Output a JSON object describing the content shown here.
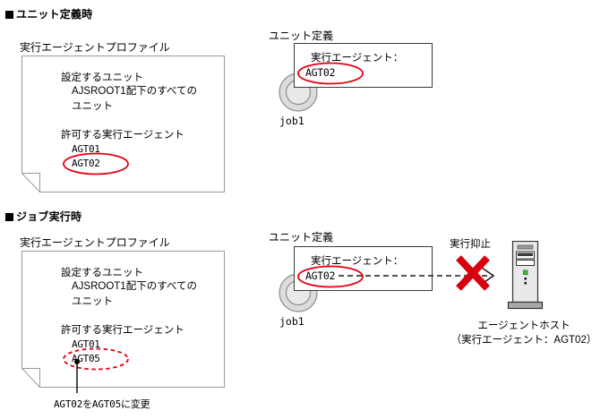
{
  "diagram": {
    "title_visible": false,
    "colors": {
      "highlight_red": "#e60012",
      "x_red": "#d9000d",
      "line_black": "#1a1a1a",
      "doc_border": "#9a9a9a",
      "node_fill": "#dcdcdc",
      "server_body": "#e6e6e6",
      "server_led": "#3fbf3f"
    },
    "sections": [
      {
        "id": "unit-definition-time",
        "heading": "ユニット定義時",
        "profile": {
          "caption": "実行エージェントプロファイル",
          "lines": [
            "設定するユニット",
            "AJSROOT1配下のすべての",
            "ユニット",
            "",
            "許可する実行エージェント"
          ],
          "agents": [
            "AGT01",
            "AGT02"
          ],
          "highlighted_agent": "AGT02",
          "highlight_style": "solid"
        },
        "unit": {
          "caption": "ユニット定義",
          "field_label": "実行エージェント：",
          "field_value": "AGT02",
          "highlight_style": "solid",
          "job_label": "job1"
        }
      },
      {
        "id": "job-execution-time",
        "heading": "ジョブ実行時",
        "profile": {
          "caption": "実行エージェントプロファイル",
          "lines": [
            "設定するユニット",
            "AJSROOT1配下のすべての",
            "ユニット",
            "",
            "許可する実行エージェント"
          ],
          "agents": [
            "AGT01",
            "AGT05"
          ],
          "highlighted_agent": "AGT05",
          "highlight_style": "dashed"
        },
        "unit": {
          "caption": "ユニット定義",
          "field_label": "実行エージェント：",
          "field_value": "AGT02",
          "highlight_style": "solid",
          "job_label": "job1"
        },
        "flow": {
          "suppress_label": "実行抑止",
          "marker": "x-cross",
          "line_style": "dashed",
          "arrow_head": "open-v"
        },
        "host": {
          "name": "エージェントホスト",
          "detail": "（実行エージェント：AGT02）"
        },
        "annotation": {
          "text": "AGT02をAGT05に変更",
          "leader": "dot-and-line"
        }
      }
    ]
  }
}
